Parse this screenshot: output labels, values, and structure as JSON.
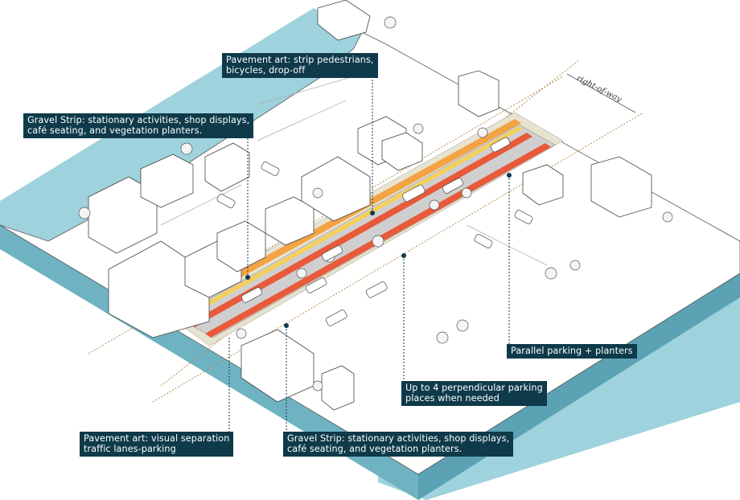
{
  "colors": {
    "water": "#9ed2dc",
    "water_side": "#6fb3c3",
    "ground": "#ffffff",
    "road": "#cfcfcf",
    "sidewalk": "#e8e3cf",
    "pavement_art_red": "#e85a3a",
    "pavement_art_orange": "#f3a244",
    "pavement_art_yellow": "#f6cf58",
    "planter_green": "#6a9a3a",
    "callout_bg": "#0e3a4a",
    "leader_line": "#0e3a4a",
    "row_line": "#b58b4a"
  },
  "labels": {
    "right_of_way": "right-of-way",
    "pavement_art_top": "Pavement art: strip pedestrians,\nbicycles, drop-off",
    "gravel_strip_top": "Gravel Strip: stationary activities, shop displays,\ncafé seating, and vegetation planters.",
    "parallel_parking": "Parallel parking + planters",
    "perpendicular_parking": "Up to 4 perpendicular parking\nplaces when needed",
    "pavement_art_bottom": "Pavement art: visual separation\ntraffic lanes-parking",
    "gravel_strip_bottom": "Gravel Strip: stationary activities, shop displays,\ncafé seating, and vegetation planters."
  },
  "icons": [
    "building-icon",
    "tree-icon",
    "car-icon",
    "person-icon",
    "planter-icon"
  ]
}
